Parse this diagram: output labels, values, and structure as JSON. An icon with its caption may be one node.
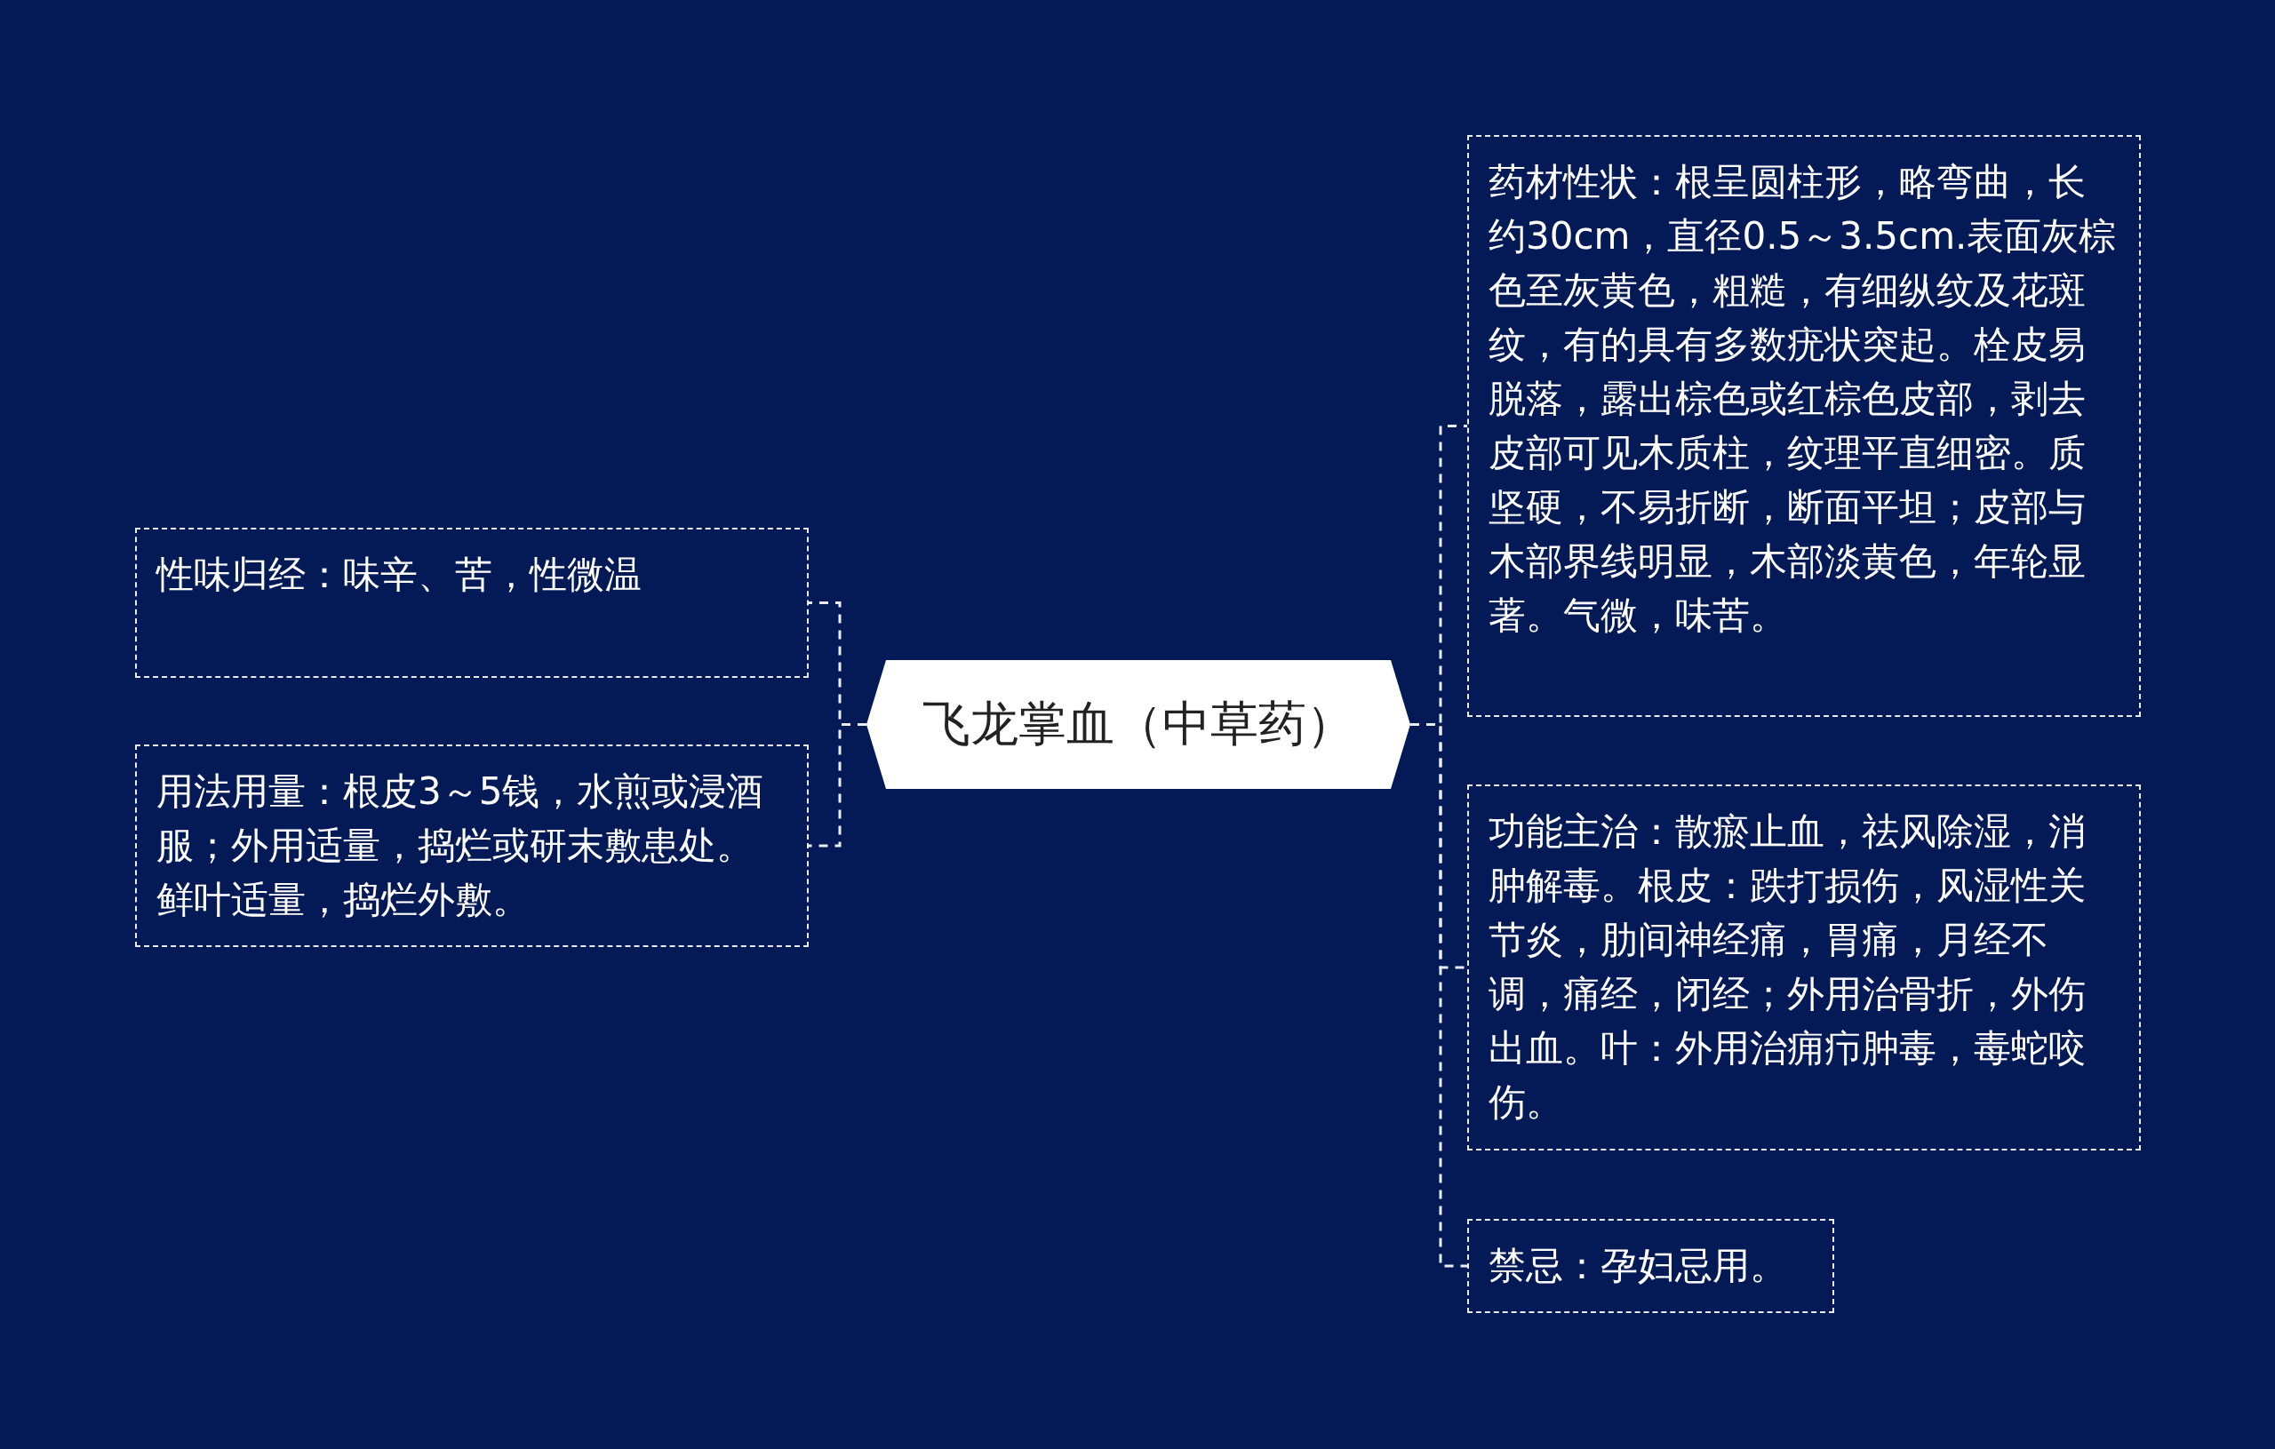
{
  "diagram": {
    "nodes": [
      {
        "text": [
          "飞龙掌血（中草药）"
        ]
      },
      {
        "text": [
          "性味归经：味辛、苦，性微温"
        ]
      },
      {
        "text": [
          "用法用量：根皮3～5钱，水煎或浸酒服；外用适量，捣烂或研末敷患处。鲜叶适量，捣烂外敷。"
        ]
      },
      {
        "text": [
          "药材性状：根呈圆柱形，略弯曲，长约30cm，直径0.5～3.5cm.表面灰棕色至灰黄色，粗糙，有细纵纹及花斑纹，有的具有多数疣状突起。栓皮易脱落，露出棕色或红棕色皮部，剥去皮部可见木质柱，纹理平直细密。质坚硬，不易折断，断面平坦；皮部与木部界线明显，木部淡黄色，年轮显著。气微，味苦。"
        ]
      },
      {
        "text": [
          "功能主治：散瘀止血，祛风除湿，消肿解毒。根皮：跌打损伤，风湿性关节炎，肋间神经痛，胃痛，月经不调，痛经，闭经；外用治骨折，外伤出血。叶：外用治痈疖肿毒，毒蛇咬伤。"
        ]
      },
      {
        "text": [
          "禁忌：孕妇忌用。"
        ]
      }
    ],
    "edges": [
      {
        "from": 0,
        "to": 1,
        "arrow": "none"
      },
      {
        "from": 0,
        "to": 2,
        "arrow": "none"
      },
      {
        "from": 0,
        "to": 3,
        "arrow": "none"
      },
      {
        "from": 0,
        "to": 4,
        "arrow": "none"
      },
      {
        "from": 0,
        "to": 5,
        "arrow": "none"
      }
    ]
  }
}
